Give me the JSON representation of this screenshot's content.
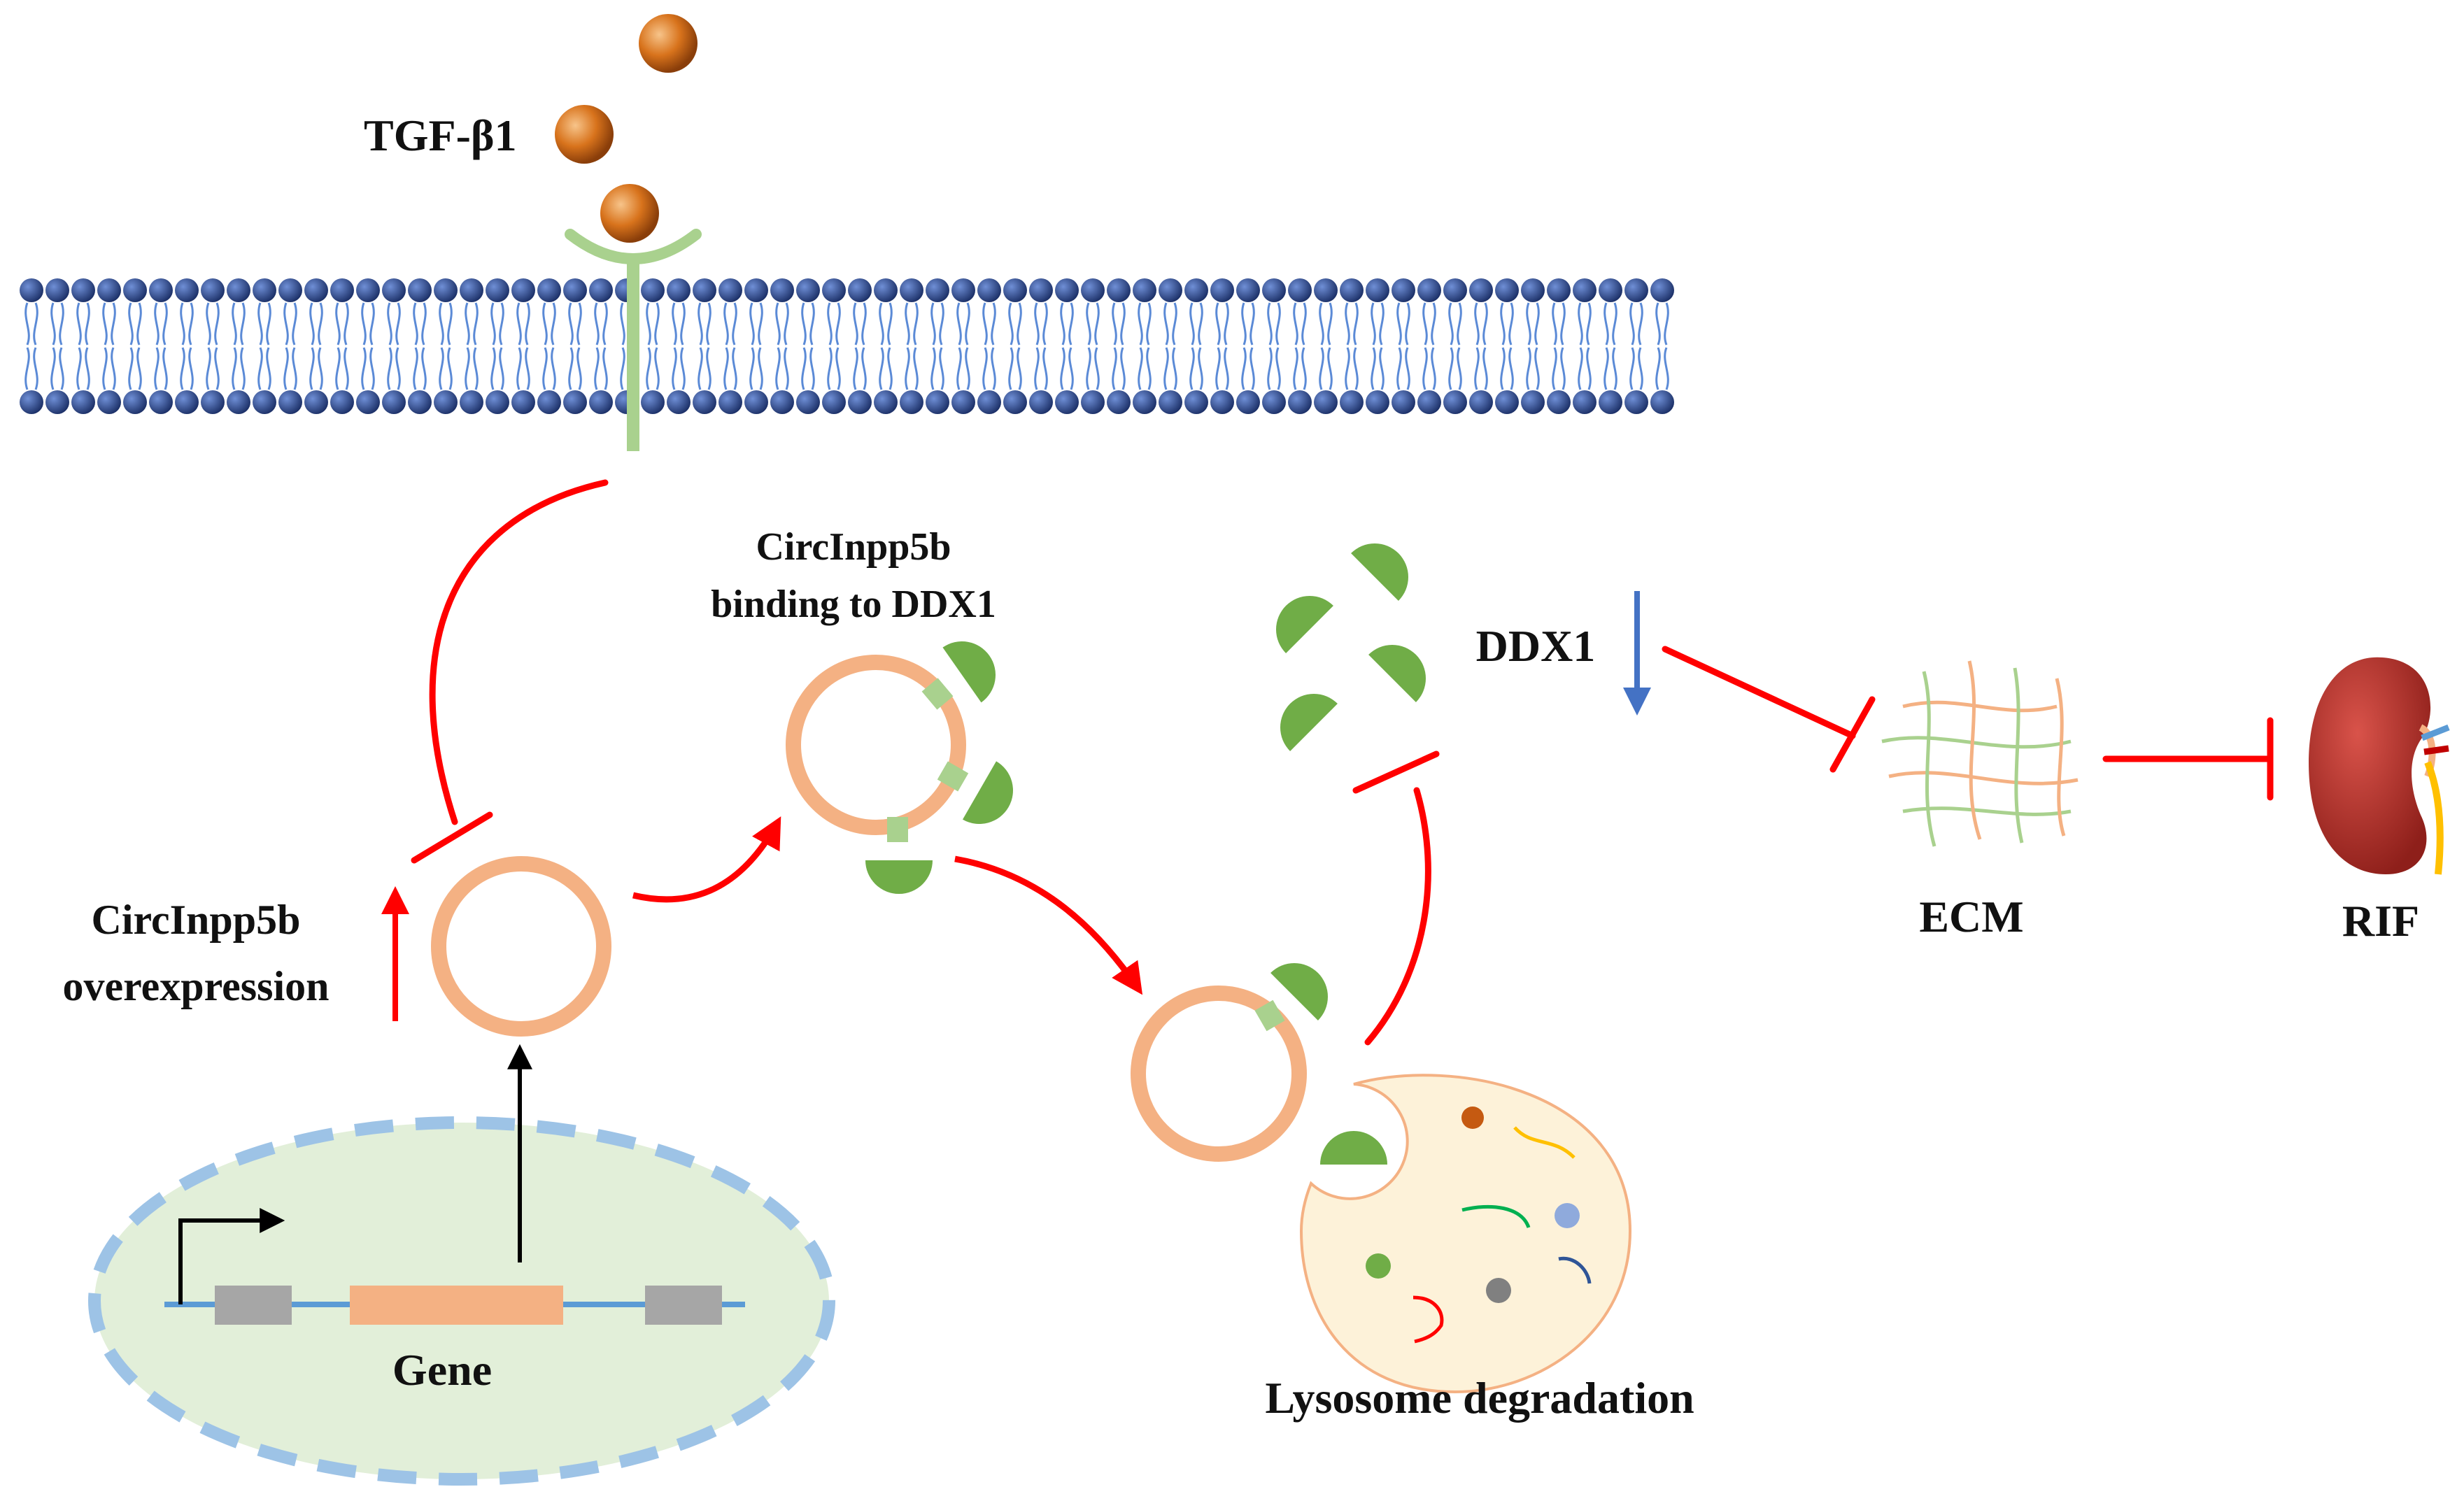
{
  "labels": {
    "ligand": "TGF-β1",
    "circ_up_line1": "CircInpp5b",
    "circ_up_line2": "overexpression",
    "binding_line1": "CircInpp5b",
    "binding_line2": "binding  to DDX1",
    "ddx1": "DDX1",
    "ecm": "ECM",
    "rif": "RIF",
    "gene": "Gene",
    "lysosome": "Lysosome degradation"
  },
  "colors": {
    "ligand": "#e07a1f",
    "receptor": "#a9d18e",
    "membrane_head": "#2f4f94",
    "membrane_tail": "#5b8ad6",
    "circ_rna": "#f4b183",
    "ddx1_protein": "#70ad47",
    "inhibit_arrow": "#ff0000",
    "down_arrow": "#4472c4",
    "nucleus_fill": "#e2efd9",
    "nucleus_border": "#9dc3e6",
    "gene_line": "#5b9bd5",
    "gene_box": "#a6a6a6",
    "lysosome_fill": "#fdf2d9",
    "kidney": "#b5302a"
  },
  "icons": [
    "ligand-icon",
    "receptor-icon",
    "circrna-icon",
    "ddx1-protein-icon",
    "lysosome-icon",
    "ecm-icon",
    "kidney-icon"
  ]
}
